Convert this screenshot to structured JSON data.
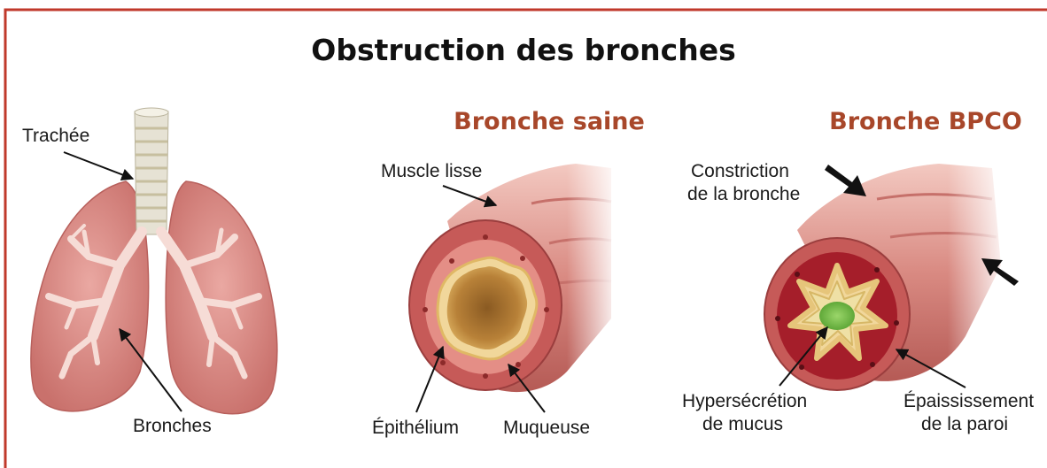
{
  "title": "Obstruction des bronches",
  "colors": {
    "frame": "#c0392b",
    "subtitle": "#a8472a",
    "tissue": "#d46a66",
    "lumen": "#c8923e",
    "mucus": "#7cc04a",
    "arrow": "#111111"
  },
  "lungs": {
    "labels": {
      "trachea": "Trachée",
      "bronchi": "Bronches"
    }
  },
  "healthy": {
    "heading": "Bronche saine",
    "labels": {
      "muscle": "Muscle lisse",
      "epithelium": "Épithélium",
      "mucosa": "Muqueuse"
    }
  },
  "copd": {
    "heading": "Bronche BPCO",
    "labels": {
      "constriction_1": "Constriction",
      "constriction_2": "de la bronche",
      "mucus_1": "Hypersécrétion",
      "mucus_2": "de mucus",
      "thickening_1": "Épaississement",
      "thickening_2": "de la paroi"
    }
  }
}
